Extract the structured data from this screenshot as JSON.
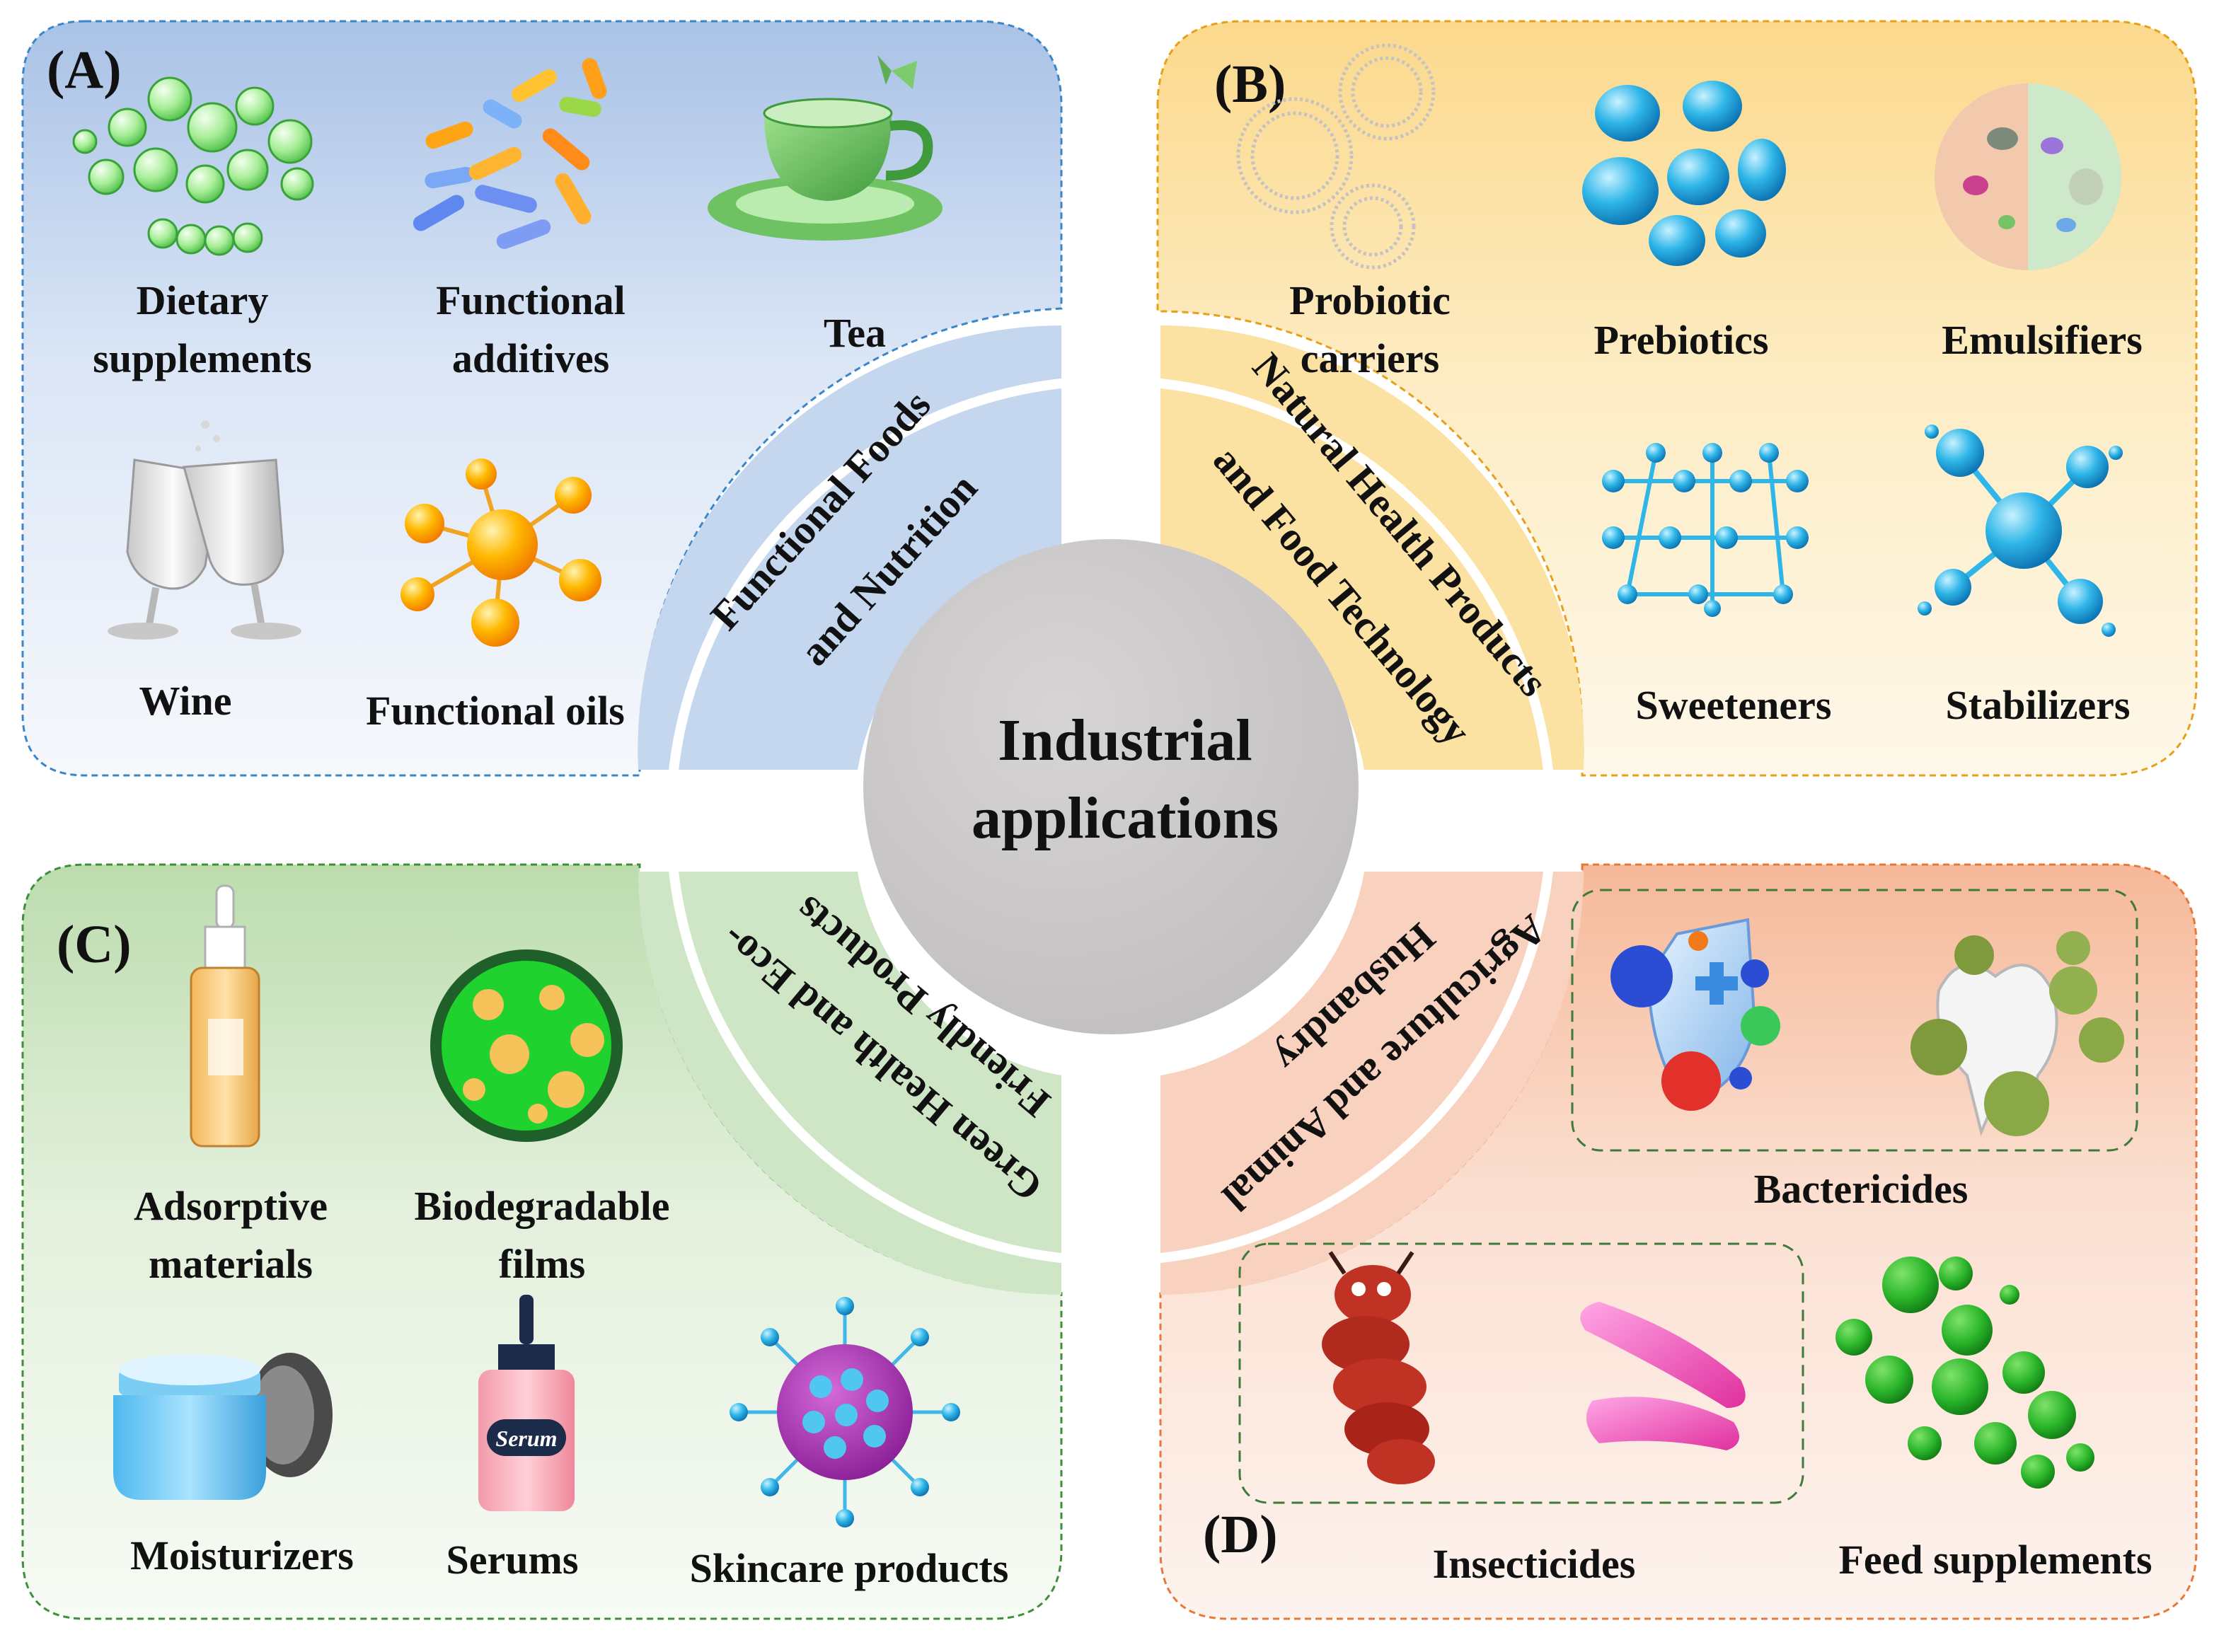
{
  "center": {
    "line1": "Industrial",
    "line2": "applications"
  },
  "panels": {
    "A": {
      "letter": "(A)",
      "arc_line1": "Functional Foods",
      "arc_line2": "and Nutrition",
      "items": {
        "dietary": [
          "Dietary",
          "supplements"
        ],
        "additives": [
          "Functional",
          "additives"
        ],
        "tea": "Tea",
        "wine": "Wine",
        "oils": "Functional oils"
      }
    },
    "B": {
      "letter": "(B)",
      "arc_line1": "Natural Health Products",
      "arc_line2": "and Food Technology",
      "items": {
        "probiotic": [
          "Probiotic",
          "carriers"
        ],
        "prebiotics": "Prebiotics",
        "emulsifiers": "Emulsifiers",
        "sweeteners": "Sweeteners",
        "stabilizers": "Stabilizers"
      }
    },
    "C": {
      "letter": "(C)",
      "arc_line1": "Green Health and Eco-",
      "arc_line2": "Friendly Products",
      "items": {
        "adsorptive": [
          "Adsorptive",
          "materials"
        ],
        "films": [
          "Biodegradable",
          "films"
        ],
        "moisturizers": "Moisturizers",
        "serums": "Serums",
        "serum_bottle_label": "Serum",
        "skincare": "Skincare products"
      }
    },
    "D": {
      "letter": "(D)",
      "arc_line1": "Agriculture and Animal",
      "arc_line2": "Husbandry",
      "items": {
        "bactericides": "Bactericides",
        "insecticides": "Insecticides",
        "feed": "Feed supplements"
      }
    }
  },
  "colors": {
    "panel_a": "#b8cce8",
    "panel_b": "#fbe3a6",
    "panel_c": "#cfe5c4",
    "panel_d": "#f8cdb8",
    "center": "#cfcdcd"
  }
}
